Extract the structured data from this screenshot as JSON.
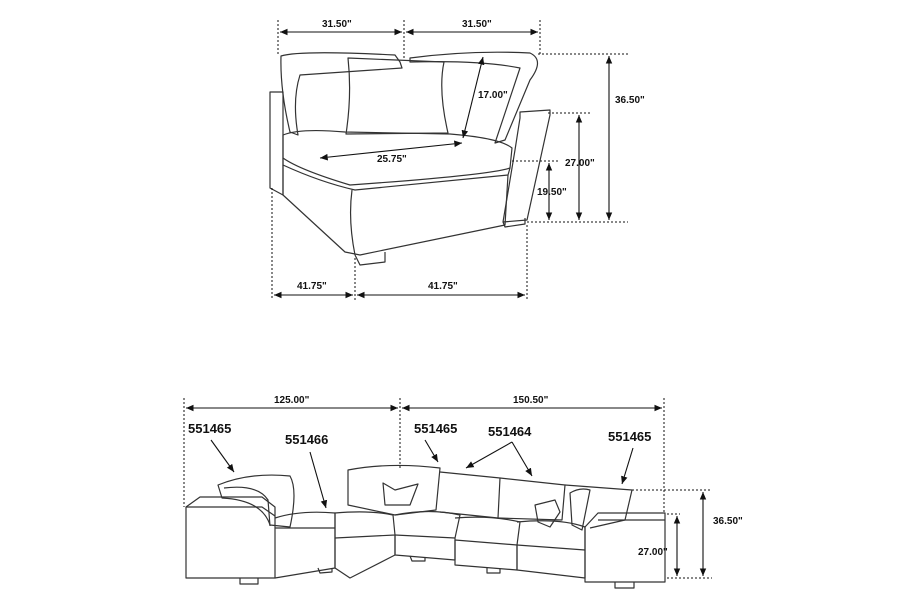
{
  "corner_chair": {
    "width_left": "31.50\"",
    "width_right": "31.50\"",
    "back_height": "17.00\"",
    "total_height": "36.50\"",
    "arm_height": "27.00\"",
    "seat_depth": "25.75\"",
    "seat_height": "19.50\"",
    "depth_left": "41.75\"",
    "depth_right": "41.75\""
  },
  "sectional": {
    "left_length": "125.00\"",
    "right_length": "150.50\"",
    "total_height": "36.50\"",
    "arm_height": "27.00\"",
    "part_codes": [
      "551465",
      "551466",
      "551465",
      "551464",
      "551465"
    ]
  }
}
